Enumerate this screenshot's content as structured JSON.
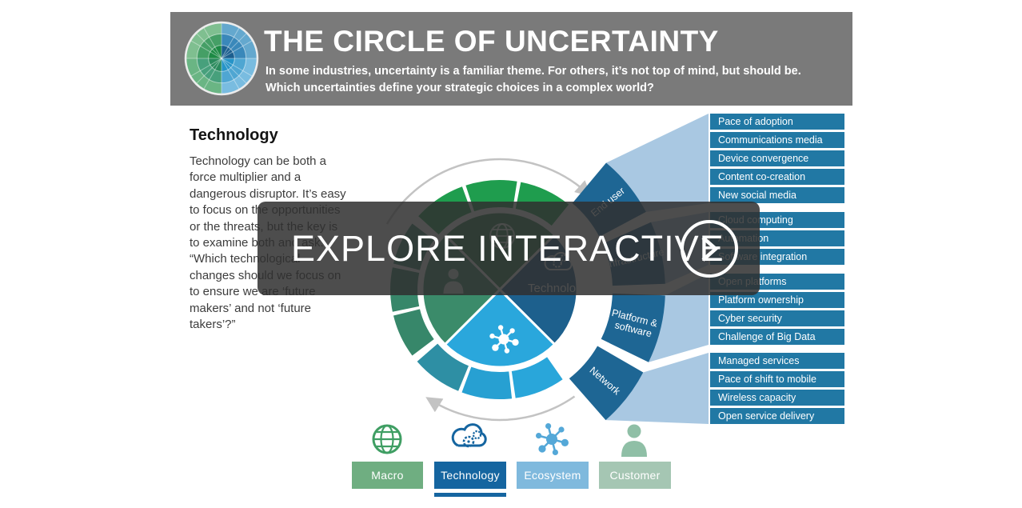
{
  "header": {
    "title": "THE CIRCLE OF UNCERTAINTY",
    "subtitle_line1": "In some industries, uncertainty is a familiar theme. For others, it’s not top of mind, but should be.",
    "subtitle_line2": "Which uncertainties define your strategic choices in a complex world?"
  },
  "article": {
    "heading": "Technology",
    "body": "Technology can be both a force multiplier and a dangerous disruptor. It’s easy to focus on the opportunities or the threats, but the key is to examine both and ask: “Which technological changes should we focus on to ensure we are ‘future makers’ and not ‘future takers’?”"
  },
  "overlay": {
    "label": "EXPLORE INTERACTIVE"
  },
  "wheel": {
    "center_label": "Technology",
    "sector_labels": [
      [
        "End user"
      ],
      [
        "Infrastructure"
      ],
      [
        "Platform &",
        "software"
      ],
      [
        "Network"
      ]
    ]
  },
  "list_groups": [
    {
      "sector": "End user",
      "items": [
        "Pace of adoption",
        "Communications media",
        "Device convergence",
        "Content co-creation",
        "New social media"
      ]
    },
    {
      "sector": "Infrastructure",
      "items": [
        "Cloud computing",
        "Automation",
        "Software integration"
      ]
    },
    {
      "sector": "Platform & software",
      "items": [
        "Open platforms",
        "Platform ownership",
        "Cyber security",
        "Challenge of Big Data"
      ]
    },
    {
      "sector": "Network",
      "items": [
        "Managed services",
        "Pace of shift to mobile",
        "Wireless capacity",
        "Open service delivery"
      ]
    }
  ],
  "tabs": [
    {
      "label": "Macro",
      "icon": "globe-icon",
      "color": "#6fae81",
      "active": false
    },
    {
      "label": "Technology",
      "icon": "cloud-gears-icon",
      "color": "#1565a0",
      "active": true
    },
    {
      "label": "Ecosystem",
      "icon": "molecule-icon",
      "color": "#7fb9dd",
      "active": false
    },
    {
      "label": "Customer",
      "icon": "person-icon",
      "color": "#a5c6b3",
      "active": false
    }
  ],
  "colors": {
    "header_bg": "#7a7a7a",
    "list_box_blue": "#2178a4",
    "fan_pale_blue": "#a9c8e2",
    "sector_dark_blue": "#1e6694",
    "quadrant_macro_green": "#2a7e4e",
    "quadrant_technology_blue": "#1d608d",
    "quadrant_ecosystem_blue": "#2aa7dc",
    "quadrant_customer_green": "#3b8b6a",
    "ring_green": "#1f9d4e",
    "ring_sea_green": "#37876a",
    "ring_blue_bright": "#29a6da",
    "ring_blue_mid": "#27a0d2",
    "ring_blue_teal": "#2e8fa4",
    "arrow_gray": "#c3c3c3",
    "overlay_bg": "rgba(48,48,48,0.86)"
  }
}
